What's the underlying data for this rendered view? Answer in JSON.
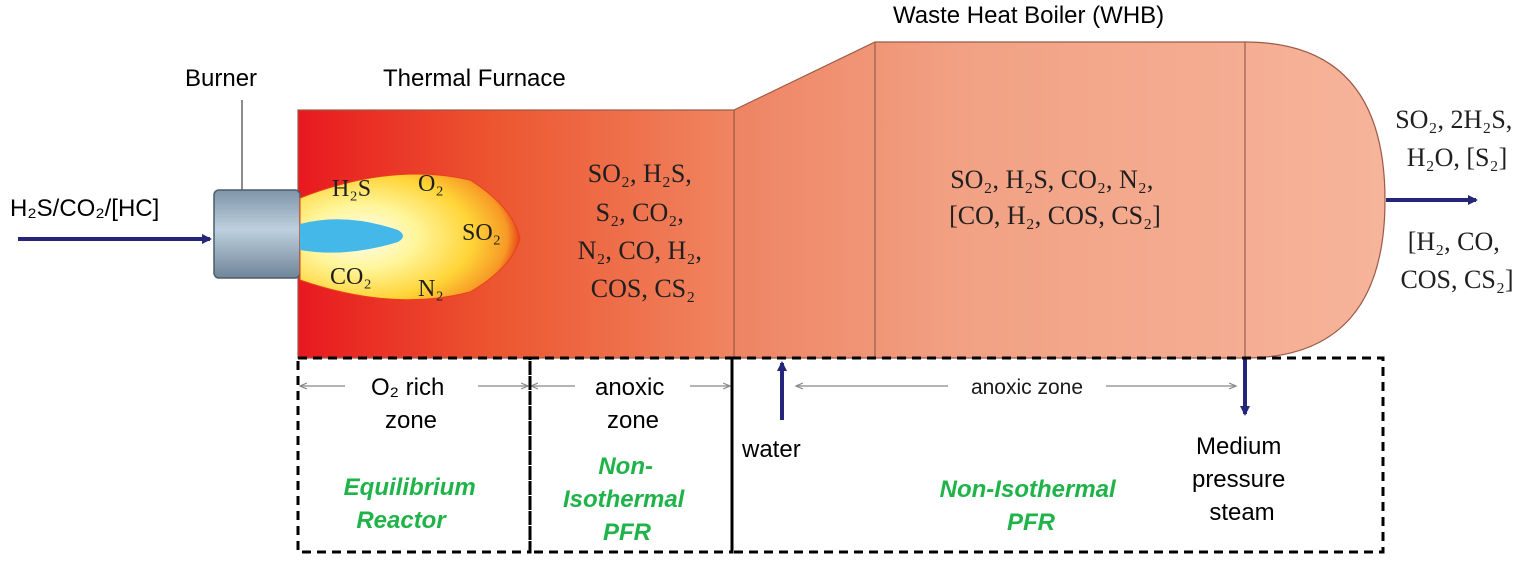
{
  "labels": {
    "burner": "Burner",
    "thermal_furnace": "Thermal Furnace",
    "whb": "Waste Heat Boiler (WHB)",
    "feed": "H₂S/CO₂/[HC]",
    "water": "water",
    "steam": [
      "Medium",
      "pressure",
      "steam"
    ]
  },
  "flame": {
    "h2s": "H₂S",
    "o2": "O₂",
    "so2": "SO₂",
    "co2": "CO₂",
    "n2": "N₂"
  },
  "species": {
    "furnace_anoxic": [
      "SO₂, H₂S,",
      "S₂, CO₂,",
      "N₂, CO, H₂,",
      "COS, CS₂"
    ],
    "whb": [
      "SO₂, H₂S, CO₂, N₂,",
      "[CO, H₂, COS, CS₂]"
    ],
    "outlet_top": [
      "SO₂, 2H₂S,",
      "H₂O, [S₂]"
    ],
    "outlet_bottom": [
      "[H₂, CO,",
      "COS, CS₂]"
    ]
  },
  "zones": {
    "o2_rich": [
      "O₂ rich",
      "zone"
    ],
    "anoxic": [
      "anoxic",
      "zone"
    ],
    "anoxic_whb": "anoxic zone"
  },
  "models": {
    "equilibrium": [
      "Equilibrium",
      "Reactor"
    ],
    "nonisothermal_furnace": [
      "Non-",
      "Isothermal",
      "PFR"
    ],
    "nonisothermal_whb": [
      "Non-Isothermal",
      "PFR"
    ]
  },
  "colors": {
    "arrow": "#25257a",
    "dashed": "#000000",
    "model_text": "#1fb34a",
    "flame_edge": "#e8401a",
    "flame_core": "#45b8ea"
  }
}
